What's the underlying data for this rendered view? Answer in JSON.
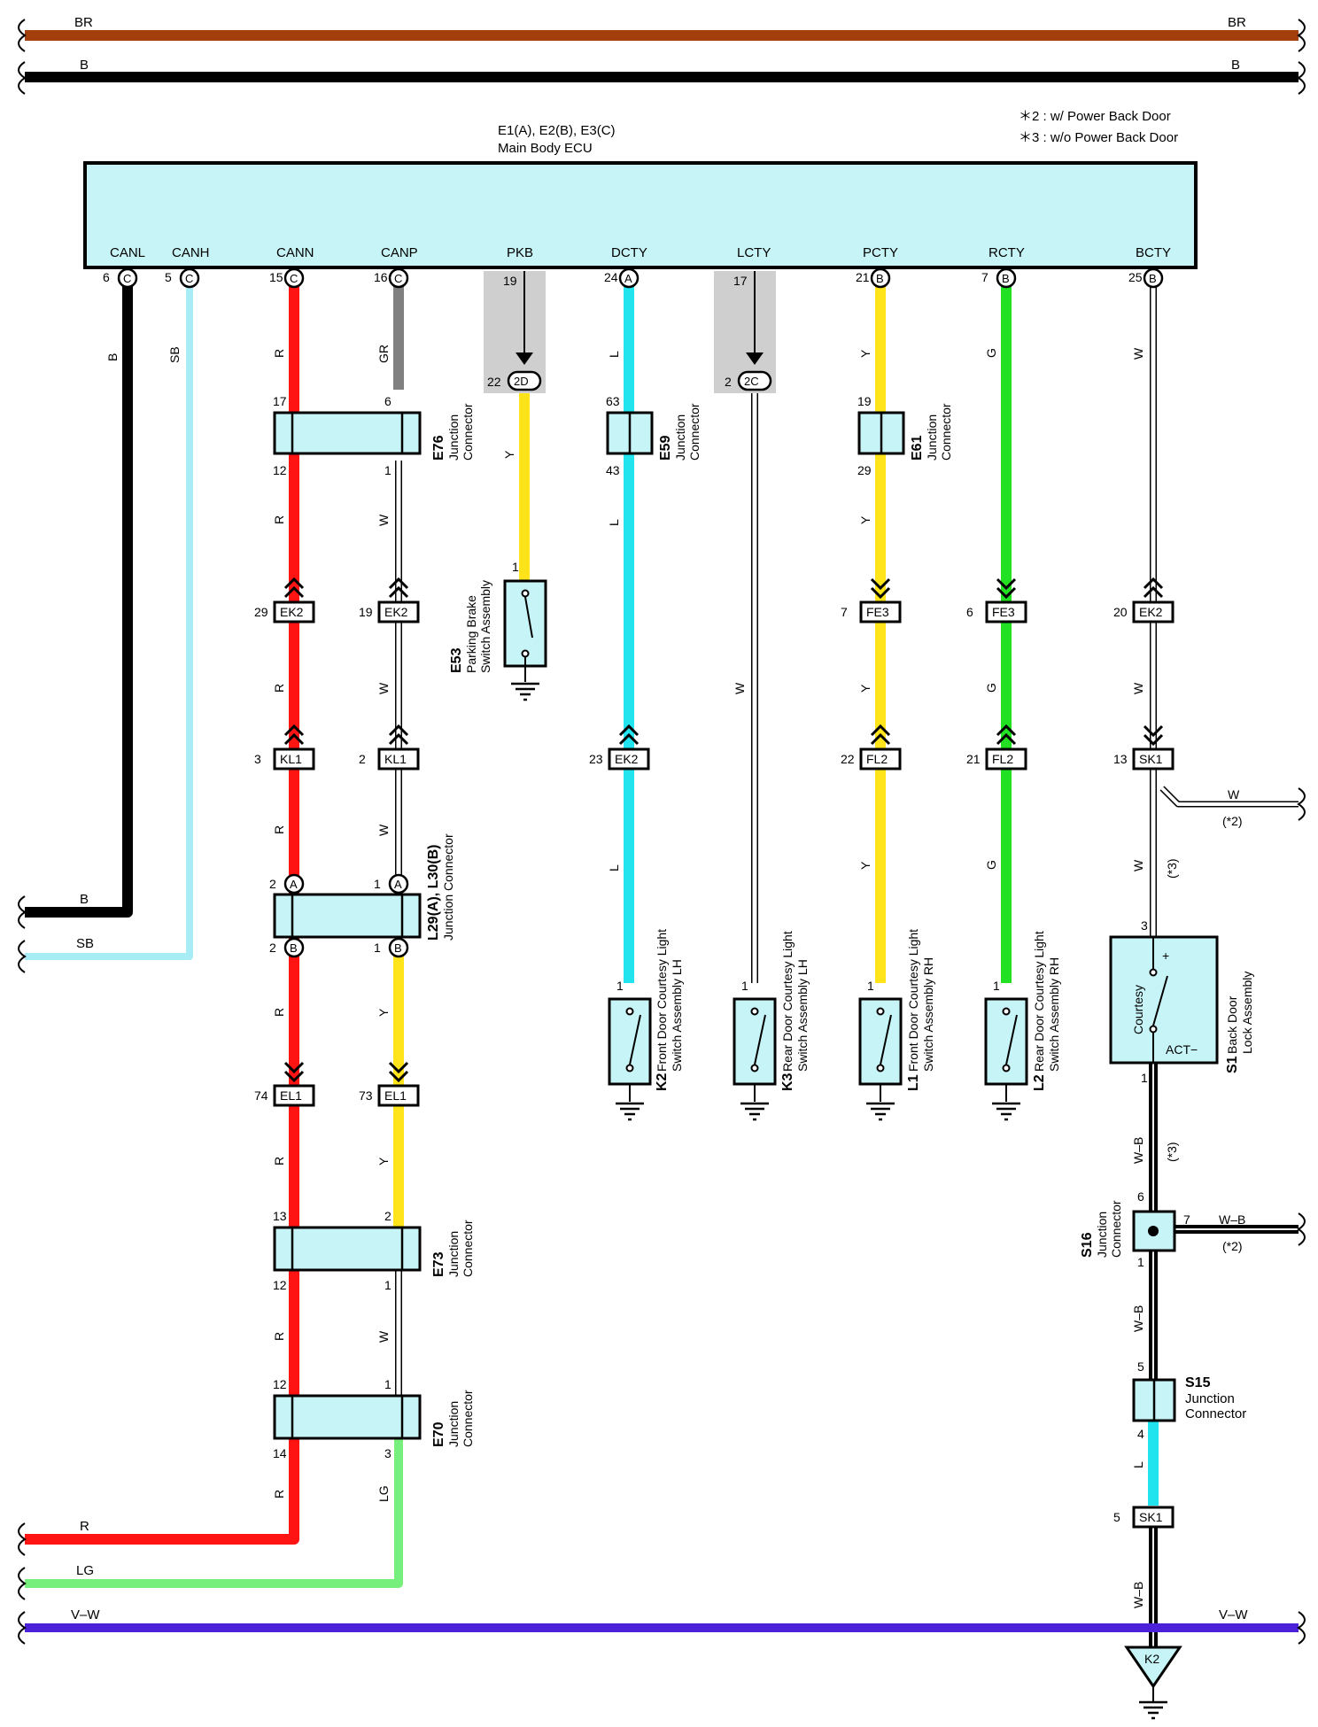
{
  "colors": {
    "BR": "#a33f0c",
    "B": "#000000",
    "SB": "#a8ecf5",
    "R": "#ff1414",
    "GR": "#808080",
    "W": "#ffffff",
    "Y": "#ffe41c",
    "L": "#22e4ee",
    "G": "#22e022",
    "LG": "#76ef7c",
    "V-W": "#4b22d8",
    "W-B": "#000000",
    "component_fill": "#c7f5f7"
  },
  "note": {
    "line1": "＊2 : w/ Power Back Door",
    "line2": "＊3 : w/o Power Back Door"
  },
  "ecu": {
    "id": "E1(A), E2(B), E3(C)",
    "name": "Main Body ECU",
    "terminals": [
      {
        "name": "CANL",
        "pin": "6",
        "conn": "C",
        "wire": "B"
      },
      {
        "name": "CANH",
        "pin": "5",
        "conn": "C",
        "wire": "SB"
      },
      {
        "name": "CANN",
        "pin": "15",
        "conn": "C",
        "wire": "R"
      },
      {
        "name": "CANP",
        "pin": "16",
        "conn": "C",
        "wire": "GR"
      },
      {
        "name": "PKB",
        "pin": "19",
        "conn": "",
        "wire": ""
      },
      {
        "name": "DCTY",
        "pin": "24",
        "conn": "A",
        "wire": "L"
      },
      {
        "name": "LCTY",
        "pin": "17",
        "conn": "",
        "wire": ""
      },
      {
        "name": "PCTY",
        "pin": "21",
        "conn": "B",
        "wire": "Y"
      },
      {
        "name": "RCTY",
        "pin": "7",
        "conn": "B",
        "wire": "G"
      },
      {
        "name": "BCTY",
        "pin": "25",
        "conn": "B",
        "wire": "W"
      }
    ]
  },
  "bus_labels": [
    "BR",
    "B",
    "R",
    "LG",
    "V–W",
    "SB"
  ],
  "shaded": [
    {
      "pin_top": "19",
      "pin": "22",
      "junction": "2D",
      "wire": "Y"
    },
    {
      "pin_top": "17",
      "pin": "2",
      "junction": "2C",
      "wire": "W"
    }
  ],
  "inline_connectors": [
    {
      "pin": "29",
      "label": "EK2"
    },
    {
      "pin": "19",
      "label": "EK2"
    },
    {
      "pin": "3",
      "label": "KL1"
    },
    {
      "pin": "2",
      "label": "KL1"
    },
    {
      "pin": "74",
      "label": "EL1"
    },
    {
      "pin": "73",
      "label": "EL1"
    },
    {
      "pin": "23",
      "label": "EK2"
    },
    {
      "pin": "7",
      "label": "FE3"
    },
    {
      "pin": "6",
      "label": "FE3"
    },
    {
      "pin": "20",
      "label": "EK2"
    },
    {
      "pin": "22",
      "label": "FL2"
    },
    {
      "pin": "21",
      "label": "FL2"
    },
    {
      "pin": "13",
      "label": "SK1"
    },
    {
      "pin": "5",
      "label": "SK1"
    }
  ],
  "junctions": {
    "E76": {
      "id": "E76",
      "name1": "Junction",
      "name2": "Connector",
      "pins": [
        "17",
        "6",
        "12",
        "1"
      ]
    },
    "E59": {
      "id": "E59",
      "name1": "Junction",
      "name2": "Connector",
      "pins": [
        "63",
        "43"
      ]
    },
    "E61": {
      "id": "E61",
      "name1": "Junction",
      "name2": "Connector",
      "pins": [
        "19",
        "29"
      ]
    },
    "L29": {
      "id": "L29(A), L30(B)",
      "name1": "Junction Connector",
      "pins": [
        "2",
        "1",
        "2",
        "1"
      ],
      "conns": [
        "A",
        "A",
        "B",
        "B"
      ]
    },
    "E73": {
      "id": "E73",
      "name1": "Junction",
      "name2": "Connector",
      "pins": [
        "13",
        "2",
        "12",
        "1"
      ]
    },
    "E70": {
      "id": "E70",
      "name1": "Junction",
      "name2": "Connector",
      "pins": [
        "12",
        "1",
        "14",
        "3"
      ]
    },
    "S16": {
      "id": "S16",
      "name1": "Junction",
      "name2": "Connector",
      "pins": [
        "6",
        "7",
        "1"
      ]
    },
    "S15": {
      "id": "S15",
      "name1": "Junction",
      "name2": "Connector",
      "pins": [
        "5",
        "4"
      ]
    }
  },
  "switches": {
    "E53": {
      "id": "E53",
      "name1": "Parking Brake",
      "name2": "Switch Assembly",
      "pin": "1"
    },
    "K2": {
      "id": "K2",
      "name1": "Front Door Courtesy Light",
      "name2": "Switch Assembly LH",
      "pin": "1"
    },
    "K3": {
      "id": "K3",
      "name1": "Rear Door Courtesy Light",
      "name2": "Switch Assembly LH",
      "pin": "1"
    },
    "L1": {
      "id": "L1",
      "name1": "Front Door Courtesy Light",
      "name2": "Switch Assembly RH",
      "pin": "1"
    },
    "L2": {
      "id": "L2",
      "name1": "Rear Door Courtesy Light",
      "name2": "Switch Assembly RH",
      "pin": "1"
    },
    "S1": {
      "id": "S1",
      "name1": "Back Door",
      "name2": "Lock Assembly",
      "inner": "Courtesy",
      "plus": "+",
      "act": "ACT−",
      "pin_top": "3",
      "pin_bottom": "1"
    }
  },
  "ground": {
    "id": "K2"
  },
  "wire_tags": {
    "w_B": "B",
    "w_SB": "SB",
    "w_R": "R",
    "w_GR": "GR",
    "w_W": "W",
    "w_Y": "Y",
    "w_L": "L",
    "w_G": "G",
    "w_LG": "LG",
    "w_WB": "W–B",
    "star2": "(*2)",
    "star3": "(*3)"
  }
}
